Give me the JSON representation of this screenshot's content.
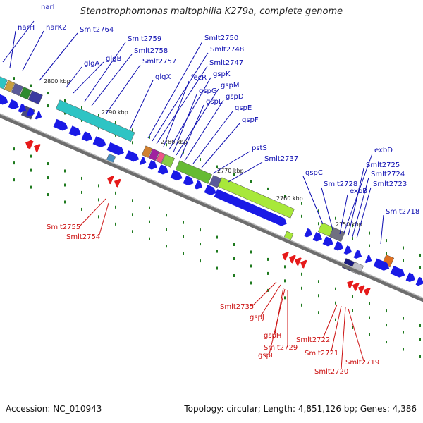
{
  "title": "Stenotrophomonas maltophilia K279a, complete genome",
  "footer": {
    "accession": "Accession: NC_010943",
    "summary": "Topology: circular; Length: 4,851,126 bp; Genes: 4,386"
  },
  "ticks": [
    "2800 kbp",
    "2790 kbp",
    "2780 kbp",
    "2770 kbp",
    "2760 kbp",
    "2750 kbp"
  ],
  "labels_top": [
    "narI",
    "narH",
    "narK2",
    "Smlt2764",
    "Smlt2759",
    "Smlt2758",
    "glgB",
    "glgA",
    "Smlt2757",
    "glgX",
    "Smlt2750",
    "Smlt2748",
    "Smlt2747",
    "fecR",
    "gspK",
    "gspG",
    "gspM",
    "gspL",
    "gspD",
    "gspE",
    "gspF",
    "pstS",
    "Smlt2737",
    "gspC",
    "Smlt2728",
    "exbD",
    "Smlt2725",
    "Smlt2724",
    "exbB",
    "Smlt2723",
    "Smlt2718"
  ],
  "labels_bottom": [
    "Smlt2755",
    "Smlt2754",
    "Smlt2735",
    "gspJ",
    "gspH",
    "gspI",
    "Smlt2729",
    "Smlt2722",
    "Smlt2721",
    "Smlt2720",
    "Smlt2719"
  ],
  "colors": {
    "forward_cds": "#1a1ae6",
    "reverse_cds": "#e61a1a",
    "label_top": "#0b0bb0",
    "label_bottom": "#cc1111",
    "backbone": "#888888",
    "dots": "#1e7a1e",
    "glg_block": "#2ec4c4",
    "gsp_block": "#a8e83a"
  }
}
